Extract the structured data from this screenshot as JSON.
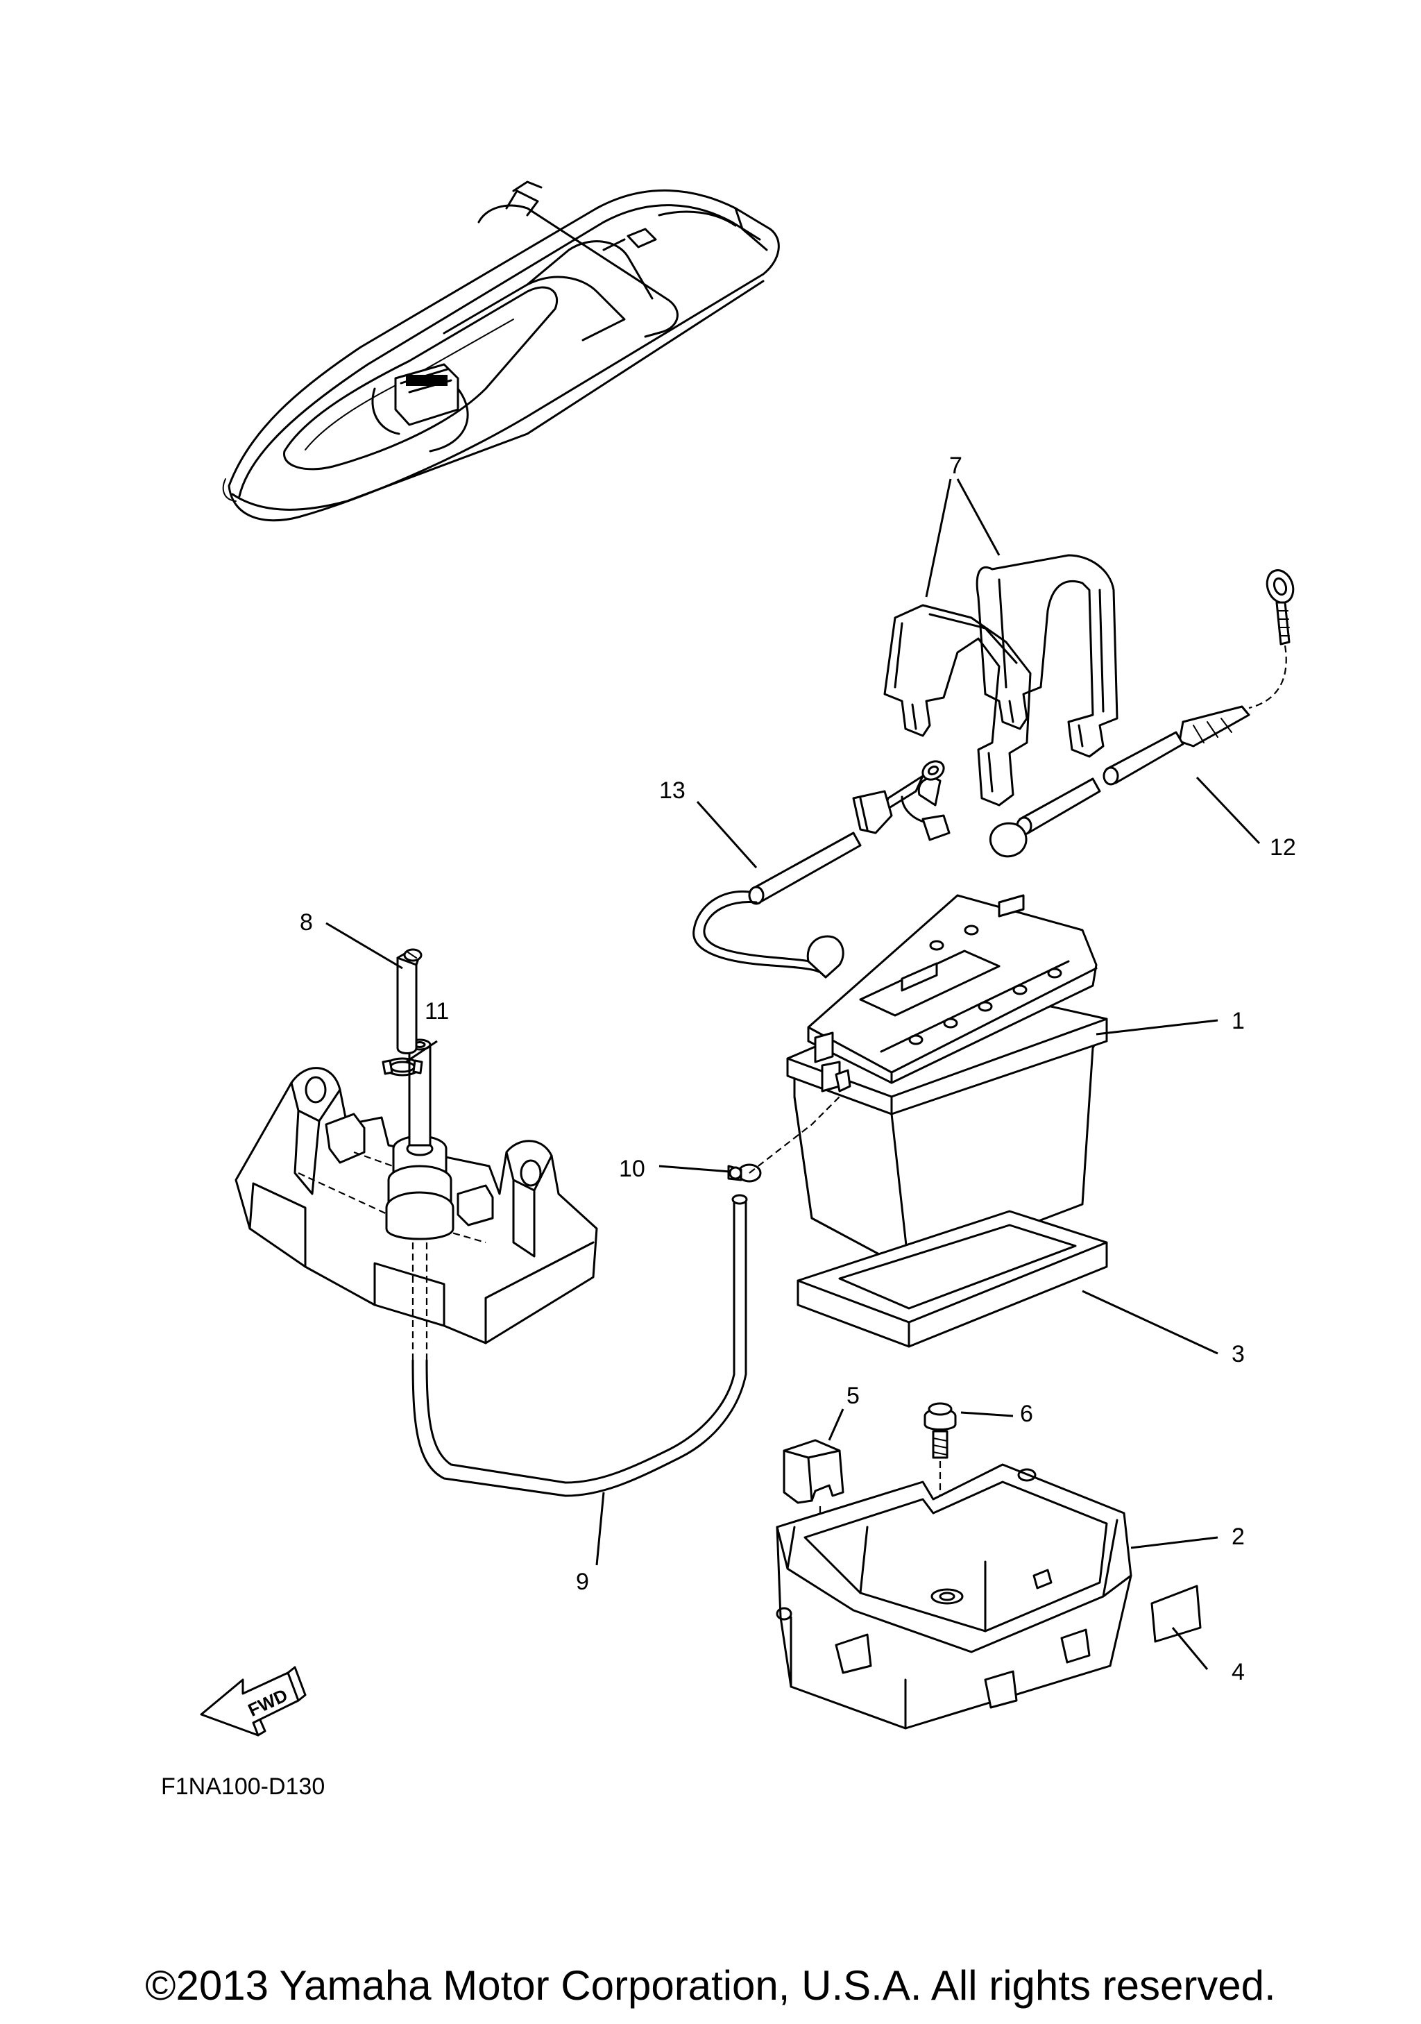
{
  "callouts": {
    "c1": "1",
    "c2": "2",
    "c3": "3",
    "c4": "4",
    "c5": "5",
    "c6": "6",
    "c7": "7",
    "c8": "8",
    "c9": "9",
    "c10": "10",
    "c11": "11",
    "c12": "12",
    "c13": "13"
  },
  "fwd_label": "FWD",
  "diagram_code": "F1NA100-D130",
  "copyright": "©2013 Yamaha Motor Corporation, U.S.A. All rights reserved."
}
